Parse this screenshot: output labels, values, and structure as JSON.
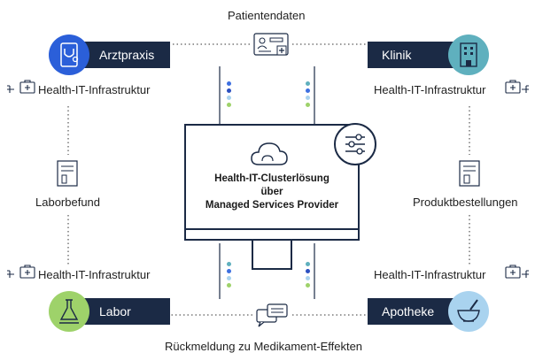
{
  "top_label": "Patientendaten",
  "bottom_label": "Rückmeldung zu Medikament-Effekten",
  "nodes": {
    "arztpraxis": "Arztpraxis",
    "klinik": "Klinik",
    "labor": "Labor",
    "apotheke": "Apotheke"
  },
  "infra_label": "Health-IT-Infrastruktur",
  "left_mid_label": "Laborbefund",
  "right_mid_label": "Produktbestellungen",
  "center": {
    "line1": "Health-IT-Clusterlösung",
    "line2": "über",
    "line3": "Managed Services Provider"
  },
  "colors": {
    "navy": "#1b2a45",
    "blue": "#2b5fd9",
    "teal": "#5fb0be",
    "green": "#9ed26a",
    "lightblue": "#a9d3ef"
  }
}
